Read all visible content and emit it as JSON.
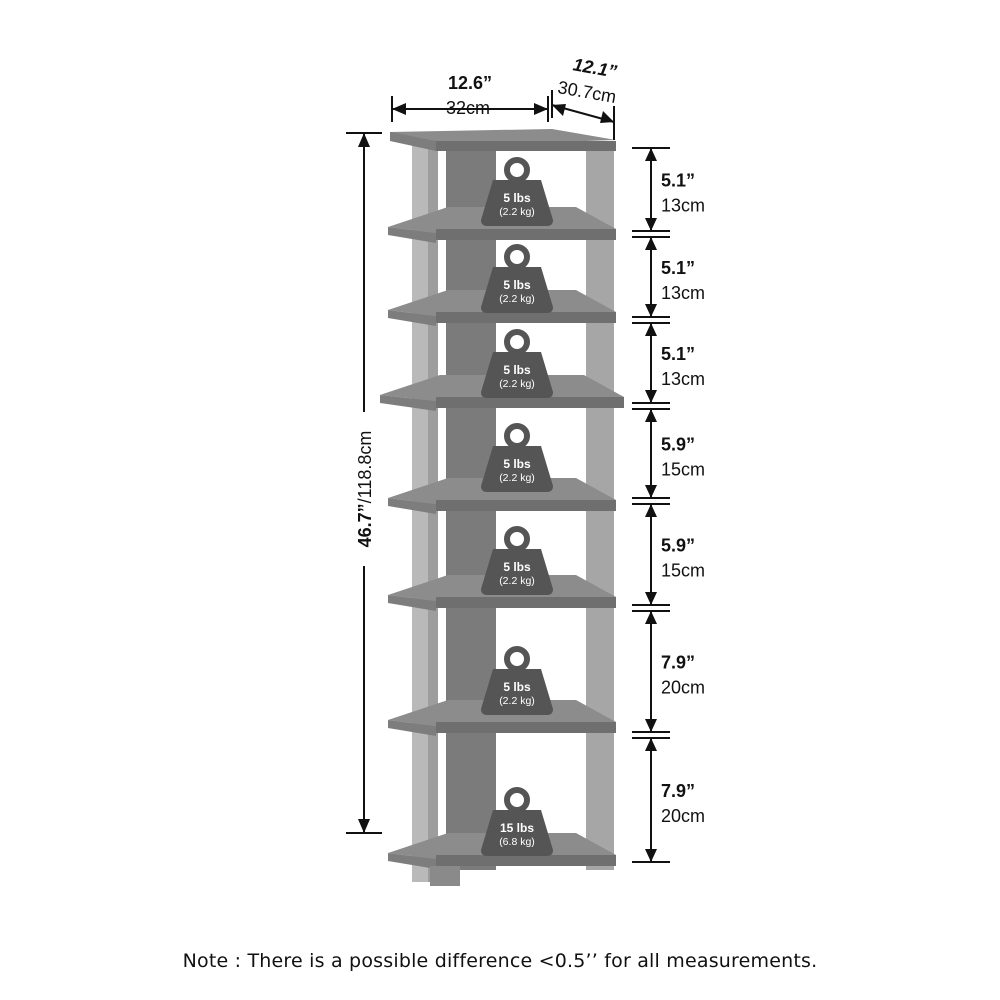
{
  "overall_dimensions": {
    "width_in": "12.6”",
    "width_cm": "32cm",
    "depth_in": "12.1”",
    "depth_cm": "30.7cm",
    "height_in": "46.7”",
    "height_cm": "/118.8cm"
  },
  "shelf_gaps": [
    {
      "in": "5.1”",
      "cm": "13cm"
    },
    {
      "in": "5.1”",
      "cm": "13cm"
    },
    {
      "in": "5.1”",
      "cm": "13cm"
    },
    {
      "in": "5.9”",
      "cm": "15cm"
    },
    {
      "in": "5.9”",
      "cm": "15cm"
    },
    {
      "in": "7.9”",
      "cm": "20cm"
    },
    {
      "in": "7.9”",
      "cm": "20cm"
    }
  ],
  "shelf_loads": [
    {
      "lbs": "5 lbs",
      "kg": "(2.2 kg)"
    },
    {
      "lbs": "5 lbs",
      "kg": "(2.2 kg)"
    },
    {
      "lbs": "5 lbs",
      "kg": "(2.2 kg)"
    },
    {
      "lbs": "5 lbs",
      "kg": "(2.2 kg)"
    },
    {
      "lbs": "5 lbs",
      "kg": "(2.2 kg)"
    },
    {
      "lbs": "5 lbs",
      "kg": "(2.2 kg)"
    },
    {
      "lbs": "15 lbs",
      "kg": "(6.8 kg)"
    }
  ],
  "note": "Note : There is a possible difference <0.5’’ for all measurements.",
  "colors": {
    "shelf_top": "#8c8c8c",
    "shelf_front": "#6f6f6f",
    "post_front": "#9d9d9d",
    "post_side": "#b9b9b9",
    "back_panel": "#7b7b7b",
    "weight_badge": "#555555",
    "arrow": "#111111"
  },
  "icons": {
    "weight": "kettlebell-weight-icon",
    "dimension": "double-arrow-icon"
  }
}
